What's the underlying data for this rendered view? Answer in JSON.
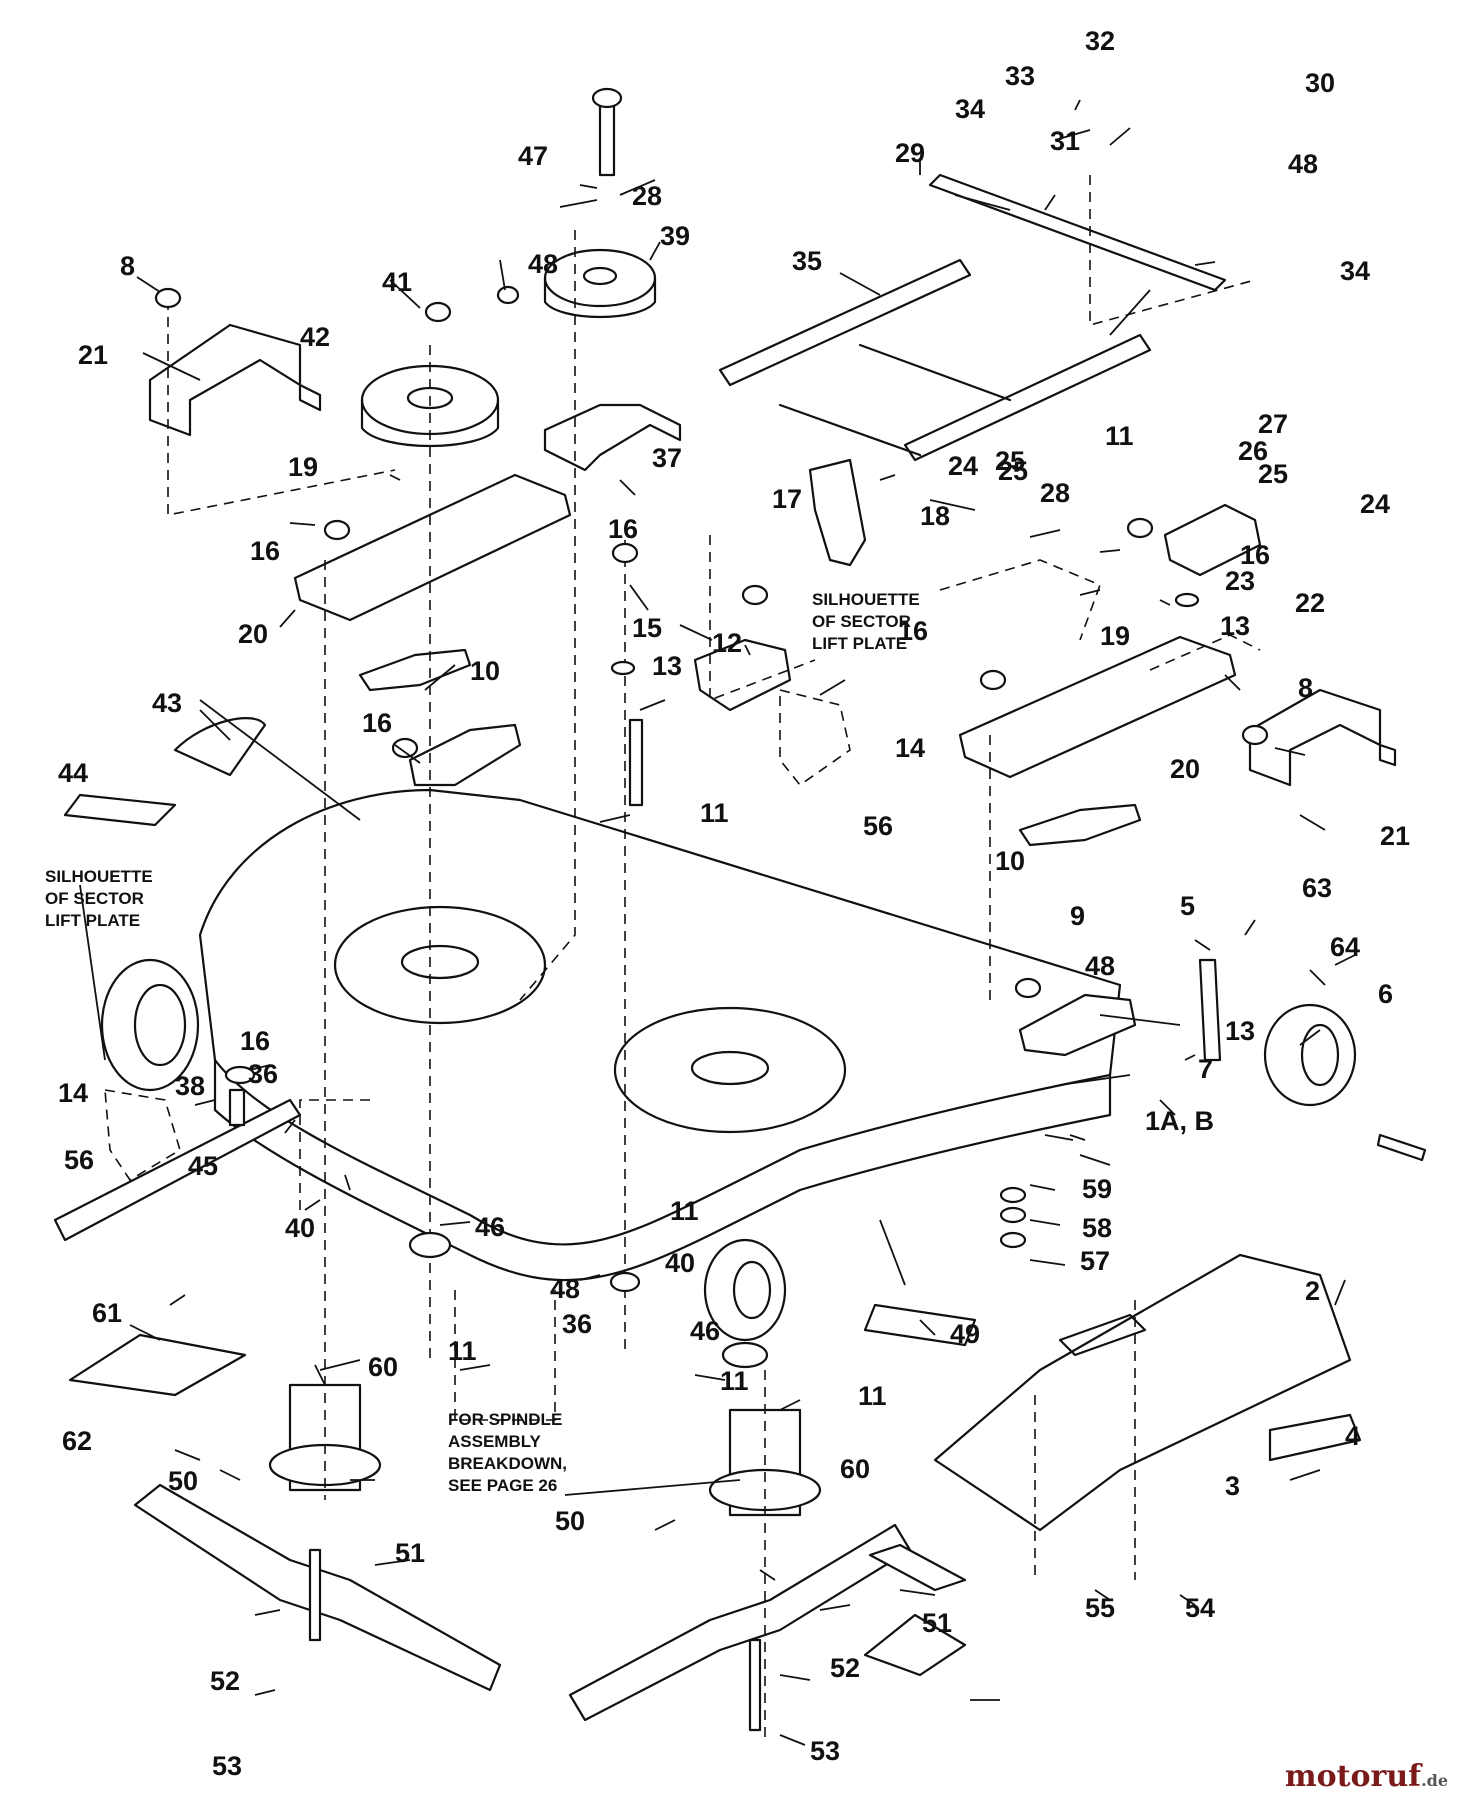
{
  "notes": {
    "sector_top": [
      "SILHOUETTE",
      "OF SECTOR",
      "LIFT PLATE"
    ],
    "sector_left": [
      "SILHOUETTE",
      "OF SECTOR",
      "LIFT PLATE"
    ],
    "spindle": [
      "FOR SPINDLE",
      "ASSEMBLY",
      "BREAKDOWN,",
      "SEE PAGE 26"
    ]
  },
  "watermark": {
    "main": "motoruf",
    "suffix": ".de"
  },
  "labels": [
    "1A, B",
    "2",
    "3",
    "4",
    "5",
    "6",
    "7",
    "8",
    "8",
    "9",
    "10",
    "10",
    "11",
    "11",
    "11",
    "11",
    "11",
    "11",
    "12",
    "13",
    "13",
    "13",
    "14",
    "14",
    "15",
    "16",
    "16",
    "16",
    "16",
    "16",
    "16",
    "17",
    "18",
    "19",
    "19",
    "20",
    "20",
    "21",
    "21",
    "22",
    "23",
    "24",
    "24",
    "25",
    "25",
    "25",
    "26",
    "27",
    "28",
    "28",
    "29",
    "30",
    "31",
    "32",
    "33",
    "34",
    "34",
    "35",
    "36",
    "36",
    "37",
    "38",
    "39",
    "40",
    "40",
    "41",
    "42",
    "43",
    "44",
    "45",
    "46",
    "46",
    "47",
    "48",
    "48",
    "48",
    "48",
    "49",
    "50",
    "50",
    "51",
    "51",
    "52",
    "52",
    "53",
    "53",
    "54",
    "55",
    "56",
    "56",
    "57",
    "58",
    "59",
    "60",
    "60",
    "61",
    "62",
    "63",
    "64"
  ]
}
